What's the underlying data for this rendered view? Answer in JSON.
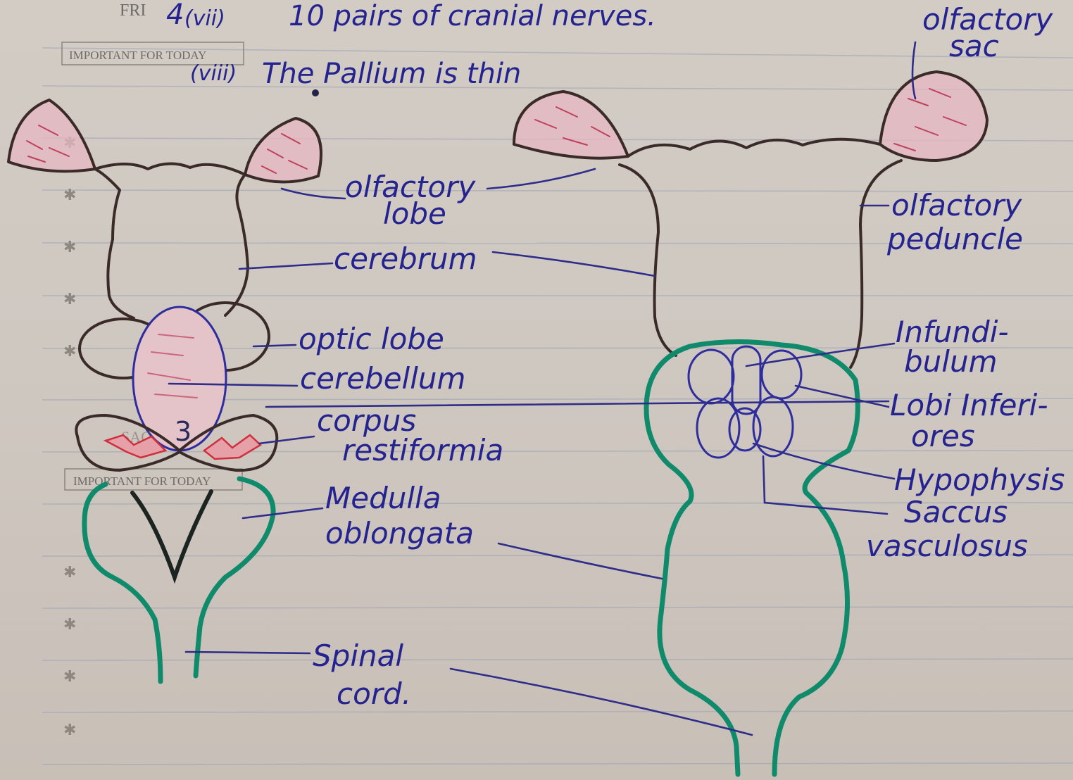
{
  "header": {
    "day": "FRI",
    "date_mark": "4",
    "note_index": "(vii)",
    "note_text": "10 pairs of cranial nerves.",
    "note2_index": "(viii)",
    "note2_text": "The Pallium is thin",
    "banner_top": "IMPORTANT FOR TODAY",
    "banner_bottom": "IMPORTANT FOR TODAY"
  },
  "labels": {
    "olfactory_sac": [
      "olfactory",
      "sac"
    ],
    "olfactory_lobe": [
      "olfactory",
      "lobe"
    ],
    "cerebrum": "cerebrum",
    "olfactory_peduncle": [
      "olfactory",
      "peduncle"
    ],
    "optic_lobe": "optic lobe",
    "cerebellum": "cerebellum",
    "infundibulum": [
      "Infundi-",
      "bulum"
    ],
    "lobi_inferiores": [
      "Lobi Inferi-",
      "ores"
    ],
    "corpus_restiformia": [
      "corpus",
      "restiformia"
    ],
    "hypophysis": "Hypophysis",
    "saccus_vasculosus": [
      "Saccus",
      "vasculosus"
    ],
    "medulla_oblongata": [
      "Medulla",
      "oblongata"
    ],
    "spinal_cord": [
      "Spinal",
      "cord."
    ],
    "cerebellum_number": "3",
    "faint_stamp": "SAC"
  },
  "colors": {
    "brown_outline": "#3a2a28",
    "green_outline": "#0f8a6a",
    "blue_ink": "#24238f",
    "pink_shading": "#e6b7c1",
    "red_hatch": "#c0405e"
  }
}
